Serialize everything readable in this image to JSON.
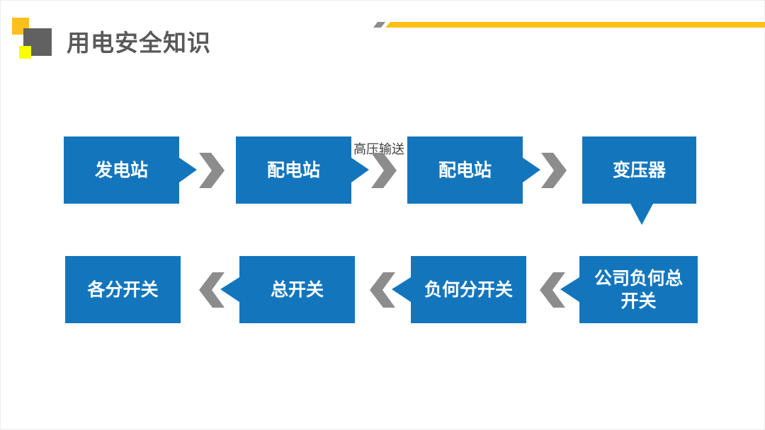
{
  "header": {
    "title": "用电安全知识"
  },
  "diagram": {
    "transmission_label": "高压输送",
    "row1": [
      {
        "label": "发电站"
      },
      {
        "label": "配电站"
      },
      {
        "label": "配电站"
      },
      {
        "label": "变压器"
      }
    ],
    "row2": [
      {
        "label": "各分开关"
      },
      {
        "label": "总开关"
      },
      {
        "label": "负何分开关"
      },
      {
        "label": "公司负何总\n开关"
      }
    ]
  },
  "colors": {
    "box_blue": "#1376BD",
    "chevron_gray": "#8C8C8C",
    "accent_yellow": "#FFC013",
    "logo_orange": "#FFC01E",
    "logo_dark_gray": "#616161",
    "logo_bright_yellow": "#FAFF00",
    "title_gray": "#595959"
  }
}
